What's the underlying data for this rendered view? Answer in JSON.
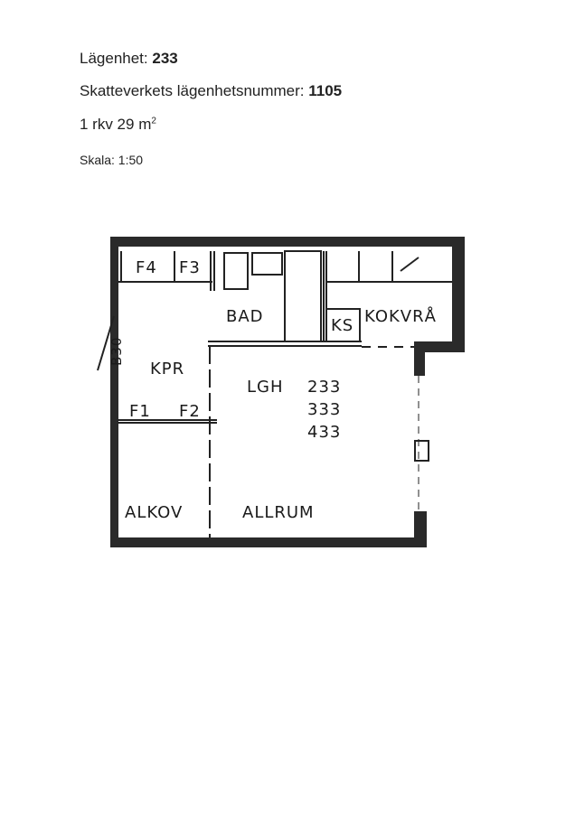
{
  "header": {
    "apartment_label": "Lägenhet:",
    "apartment_number": "233",
    "tax_label": "Skatteverkets lägenhetsnummer:",
    "tax_number": "1105",
    "size_text": "1 rkv 29 m",
    "size_sup": "2",
    "scale_text": "Skala: 1:50"
  },
  "plan": {
    "rooms": {
      "f4": "F4",
      "f3": "F3",
      "f1": "F1",
      "f2": "F2",
      "bad": "BAD",
      "ks": "KS",
      "kokvra": "KOKVRÅ",
      "kpr": "KPR",
      "lgh": "LGH",
      "lgh1": "233",
      "lgh2": "333",
      "lgh3": "433",
      "alkov": "ALKOV",
      "allrum": "ALLRUM",
      "b30": "B30"
    }
  }
}
